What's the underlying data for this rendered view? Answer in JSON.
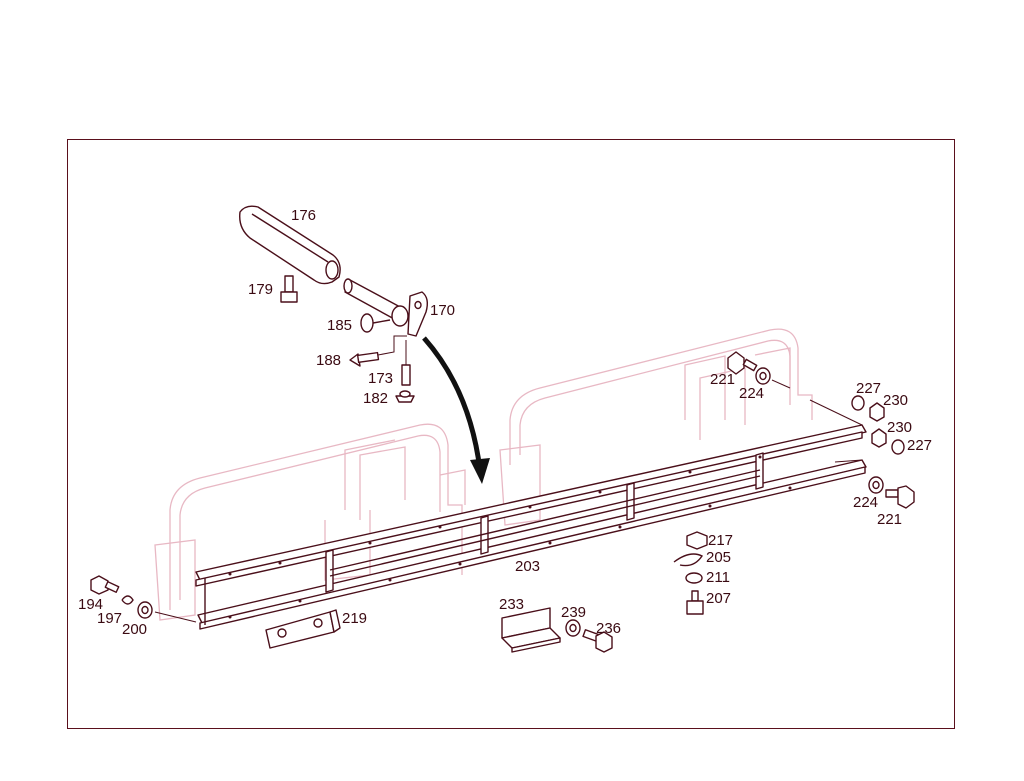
{
  "labels": {
    "p176": "176",
    "p179": "179",
    "p170": "170",
    "p185": "185",
    "p188": "188",
    "p173": "173",
    "p182": "182",
    "p221a": "221",
    "p224a": "224",
    "p227a": "227",
    "p230a": "230",
    "p230b": "230",
    "p227b": "227",
    "p224b": "224",
    "p221b": "221",
    "p217": "217",
    "p205": "205",
    "p211": "211",
    "p207": "207",
    "p203": "203",
    "p194": "194",
    "p197": "197",
    "p200": "200",
    "p219": "219",
    "p233": "233",
    "p239": "239",
    "p236": "236"
  },
  "colors": {
    "ink": "#4a0f1a",
    "ghost": "#e8b8c4",
    "frame": "#5a0f1c"
  }
}
